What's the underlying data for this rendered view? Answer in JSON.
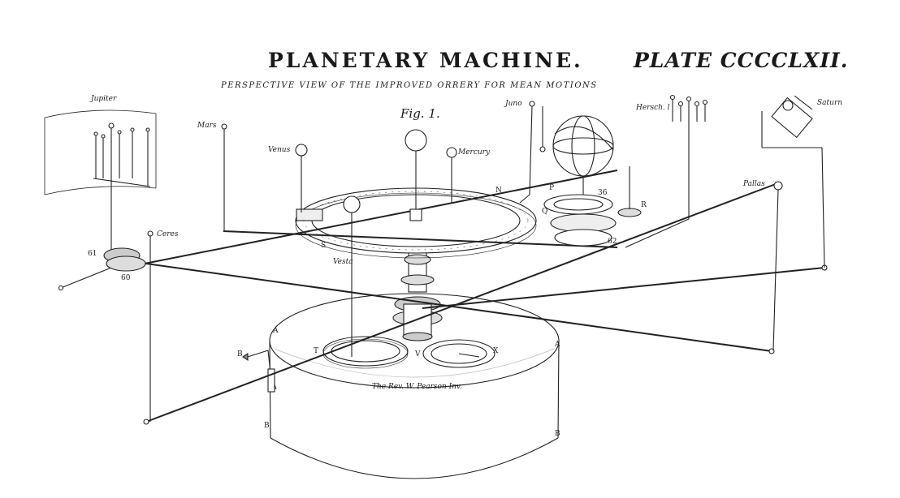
{
  "header": {
    "title": "PLANETARY MACHINE.",
    "plate": "PLATE CCCCLXII.",
    "subtitle": "PERSPECTIVE VIEW OF THE IMPROVED ORRERY FOR MEAN MOTIONS",
    "figure_label": "Fig. 1."
  },
  "planets": {
    "jupiter": "Jupiter",
    "mars": "Mars",
    "venus": "Venus",
    "mercury": "Mercury",
    "juno": "Juno",
    "herschel": "Hersch. l",
    "saturn": "Saturn",
    "pallas": "Pallas",
    "ceres": "Ceres",
    "vesta": "Vesta"
  },
  "letters": {
    "a_left": "A",
    "a_right": "A",
    "b_handle": "B",
    "b_base_left": "B",
    "b_base_right": "B",
    "n": "N",
    "s": "S",
    "p": "P",
    "q": "Q",
    "r": "R",
    "t": "T",
    "v": "V",
    "x": "X",
    "num_61": "61",
    "num_60": "60",
    "num_62": "62",
    "num_36": "36"
  },
  "credit": "The Rev. W. Pearson Inv."
}
